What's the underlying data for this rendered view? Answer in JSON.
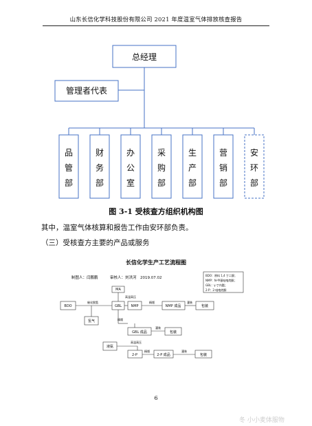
{
  "header": {
    "title": "山东长信化学科技股份有限公司 2021 年度温室气体排放核查报告"
  },
  "org_chart": {
    "top": "总经理",
    "representative": "管理者代表",
    "departments": [
      "品管部",
      "财务部",
      "办公室",
      "采购部",
      "生产部",
      "营销部",
      "安环部"
    ]
  },
  "caption": "图 3-1 受核查方组织机构图",
  "paragraphs": [
    "其中，温室气体核算和报告工作由安环部负责。",
    "（三）受核查方主要的产品或服务"
  ],
  "flow_chart": {
    "title": "长信化学生产工艺流程图",
    "prepared_by": "制图人：闫鹏鹏",
    "reviewed_by": "审核人：刘洪河",
    "date": "2019.07.02",
    "legend": [
      "BDO：原料 1,4 丁二醇；",
      "NMP：N-甲基吡咯烷酮；",
      "GBL：γ-丁内酯；",
      "2-P：2-吡咯烷酮"
    ],
    "nodes": {
      "ma": "MA",
      "bdo": "BDO",
      "gbl": "GBL",
      "nmp": "NMP",
      "nmp_product": "NMP 成品",
      "pack": "包装",
      "hydrogen": "氢气",
      "gbl_product": "GBL 成品",
      "ammonia": "液氨",
      "p2": "2-P",
      "p2_product": "2-P 成品"
    },
    "labels": {
      "high_temp_high_pressure": "高温高压",
      "dehydrogenation": "催化脱氢",
      "rectify": "精馏",
      "fill": "灌装"
    }
  },
  "page_number": "6",
  "watermark": "冬 小小麦体服物"
}
